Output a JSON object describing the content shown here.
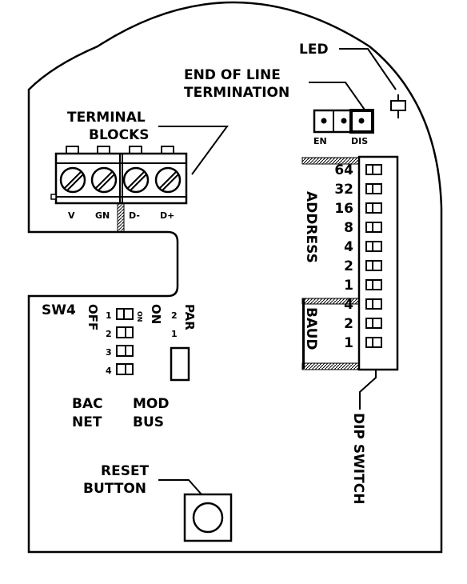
{
  "labels": {
    "led": "LED",
    "eol_line1": "END OF LINE",
    "eol_line2": "TERMINATION",
    "terminal_line1": "TERMINAL",
    "terminal_line2": "BLOCKS",
    "jumper_en": "EN",
    "jumper_dis": "DIS",
    "address": "ADDRESS",
    "baud": "BAUD",
    "sw4": "SW4",
    "off": "OFF",
    "on": "ON",
    "par": "PAR",
    "par_2": "2",
    "par_1": "1",
    "on_small": "ON",
    "bacnet_line1": "BAC",
    "bacnet_line2": "NET",
    "modbus_line1": "MOD",
    "modbus_line2": "BUS",
    "reset_line1": "RESET",
    "reset_line2": "BUTTON",
    "dip_switch": "DIP SWITCH"
  },
  "terminals": [
    "V",
    "GN",
    "D-",
    "D+"
  ],
  "address_values": [
    "64",
    "32",
    "16",
    "8",
    "4",
    "2",
    "1"
  ],
  "baud_values": [
    "4",
    "2",
    "1"
  ],
  "sw4_positions": [
    "1",
    "2",
    "3",
    "4"
  ]
}
